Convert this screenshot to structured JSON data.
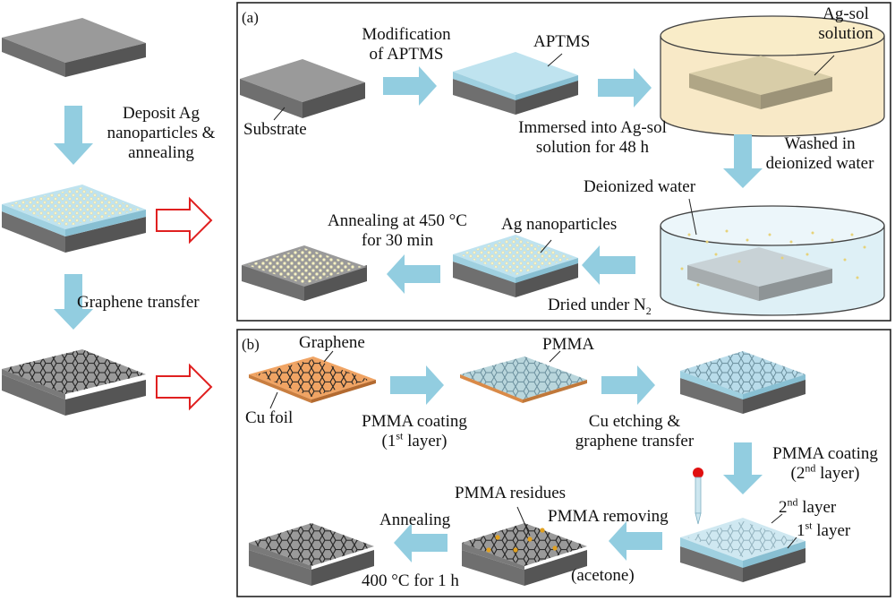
{
  "left_column": {
    "step1": [
      "Deposit Ag",
      "nanoparticles &",
      "annealing"
    ],
    "step2": "Graphene transfer"
  },
  "panel_a": {
    "tag": "(a)",
    "substrate": "Substrate",
    "modification": [
      "Modification",
      "of APTMS"
    ],
    "aptms": "APTMS",
    "ag_sol": [
      "Ag-sol",
      "solution"
    ],
    "immersed": [
      "Immersed into Ag-sol",
      "solution for 48 h"
    ],
    "washed": [
      "Washed in",
      "deionized water"
    ],
    "deionized": "Deionized water",
    "ag_np": "Ag nanoparticles",
    "anneal": [
      "Annealing at 450 °C",
      "for 30 min"
    ],
    "dried_main": "Dried under N",
    "dried_sub": "2"
  },
  "panel_b": {
    "tag": "(b)",
    "graphene": "Graphene",
    "cu_foil": "Cu foil",
    "pmma_coat1_main": "PMMA coating",
    "pmma_coat1_open": "(1",
    "pmma_coat1_sup": "st",
    "pmma_coat1_close": " layer)",
    "pmma": "PMMA",
    "cu_etch": [
      "Cu etching &",
      "graphene transfer"
    ],
    "pmma_coat2_main": "PMMA coating",
    "pmma_coat2_open": "(2",
    "pmma_coat2_sup": "nd",
    "pmma_coat2_close": " layer)",
    "layer2_num": "2",
    "layer2_sup": "nd",
    "layer2_text": " layer",
    "layer1_num": "1",
    "layer1_sup": "st",
    "layer1_text": " layer",
    "residues": "PMMA residues",
    "removing": "PMMA removing",
    "acetone": "(acetone)",
    "annealing": "Annealing",
    "temp": "400 °C for 1 h"
  },
  "colors": {
    "substrate_top": "#9a9a9a",
    "substrate_front": "#6f6f6f",
    "substrate_side": "#555555",
    "aptms_layer": "#bfe3ef",
    "arrow_fill": "#92cde0",
    "hollow_arrow": "#e02020",
    "cu_foil": "#f0a464",
    "ag_sol": "#f6e2b4",
    "particle": "#f4f0c4",
    "residue": "#e0a020",
    "dropper_tip": "#e01010"
  }
}
